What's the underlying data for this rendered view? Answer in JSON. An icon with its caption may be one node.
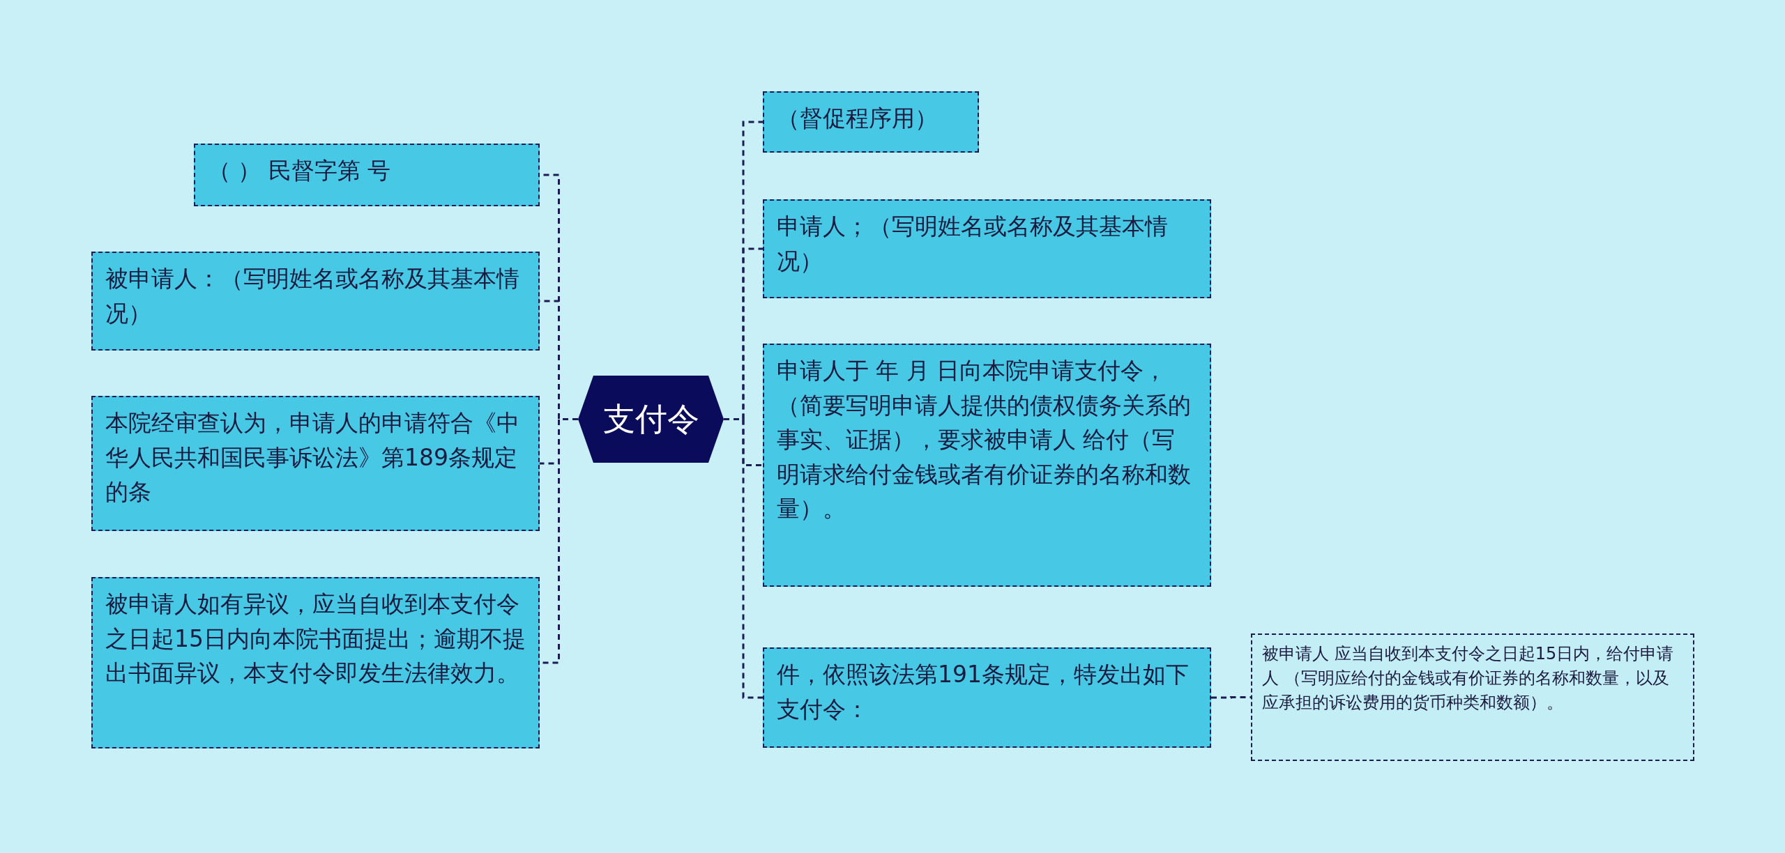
{
  "diagram": {
    "nodes": [
      {
        "text": [
          "支付令"
        ]
      },
      {
        "text": [
          "（ ） 民督字第 号"
        ]
      },
      {
        "text": [
          "被申请人：（写明姓名或名称及其基本情况）"
        ]
      },
      {
        "text": [
          "本院经审查认为，申请人的申请符合《中华人民共和国民事诉讼法》第189条规定的条"
        ]
      },
      {
        "text": [
          "被申请人如有异议，应当自收到本支付令之日起15日内向本院书面提出；逾期不提出书面异议，本支付令即发生法律效力。"
        ]
      },
      {
        "text": [
          "（督促程序用）"
        ]
      },
      {
        "text": [
          "申请人；（写明姓名或名称及其基本情况）"
        ]
      },
      {
        "text": [
          "申请人于 年 月 日向本院申请支付令，（简要写明申请人提供的债权债务关系的事实、证据），要求被申请人 给付（写明请求给付金钱或者有价证券的名称和数量）。"
        ]
      },
      {
        "text": [
          "件，依照该法第191条规定，特发出如下支付令："
        ]
      },
      {
        "text": [
          "被申请人 应当自收到本支付令之日起15日内，给付申请人 （写明应给付的金钱或有价证券的名称和数量，以及应承担的诉讼费用的货币种类和数额）。"
        ]
      }
    ],
    "edges": [
      {
        "from": 0,
        "to": 1,
        "arrow": "none"
      },
      {
        "from": 0,
        "to": 2,
        "arrow": "none"
      },
      {
        "from": 0,
        "to": 3,
        "arrow": "none"
      },
      {
        "from": 0,
        "to": 4,
        "arrow": "none"
      },
      {
        "from": 0,
        "to": 5,
        "arrow": "none"
      },
      {
        "from": 0,
        "to": 6,
        "arrow": "none"
      },
      {
        "from": 0,
        "to": 7,
        "arrow": "none"
      },
      {
        "from": 0,
        "to": 8,
        "arrow": "none"
      },
      {
        "from": 8,
        "to": 9,
        "arrow": "none"
      }
    ]
  }
}
